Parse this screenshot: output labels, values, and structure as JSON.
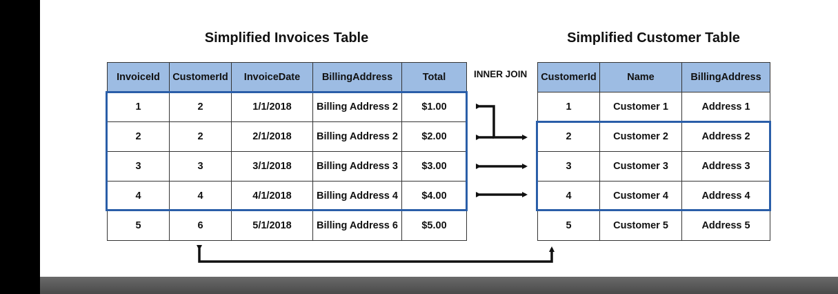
{
  "invoices": {
    "title": "Simplified Invoices Table",
    "headers": [
      "InvoiceId",
      "CustomerId",
      "InvoiceDate",
      "BillingAddress",
      "Total"
    ],
    "rows": [
      [
        "1",
        "2",
        "1/1/2018",
        "Billing Address 2",
        "$1.00"
      ],
      [
        "2",
        "2",
        "2/1/2018",
        "Billing Address 2",
        "$2.00"
      ],
      [
        "3",
        "3",
        "3/1/2018",
        "Billing Address 3",
        "$3.00"
      ],
      [
        "4",
        "4",
        "4/1/2018",
        "Billing Address 4",
        "$4.00"
      ],
      [
        "5",
        "6",
        "5/1/2018",
        "Billing Address 6",
        "$5.00"
      ]
    ]
  },
  "customers": {
    "title": "Simplified Customer Table",
    "headers": [
      "CustomerId",
      "Name",
      "BillingAddress"
    ],
    "rows": [
      [
        "1",
        "Customer 1",
        "Address 1"
      ],
      [
        "2",
        "Customer 2",
        "Address 2"
      ],
      [
        "3",
        "Customer 3",
        "Address 3"
      ],
      [
        "4",
        "Customer 4",
        "Address 4"
      ],
      [
        "5",
        "Customer 5",
        "Address 5"
      ]
    ]
  },
  "join_label": "INNER JOIN",
  "colors": {
    "header_fill": "#9dbce3",
    "highlight_border": "#2a5ea8",
    "arrow": "#111111"
  }
}
